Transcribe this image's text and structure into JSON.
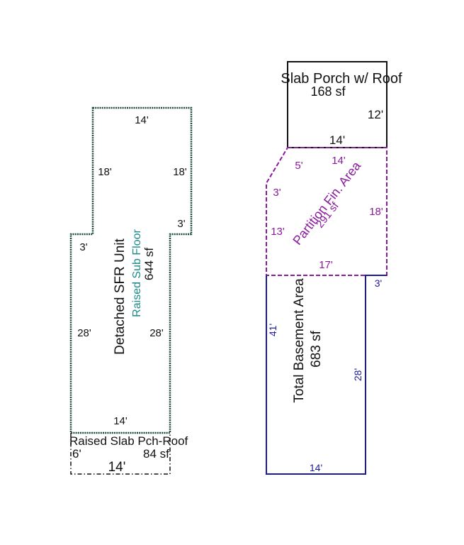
{
  "colors": {
    "unit_outline": "#1d4a3c",
    "porch_outline": "#000000",
    "basement_outline": "#1a1a9c",
    "partition_outline": "#8a1a9c",
    "sub_floor_text": "#1a8a8a",
    "text": "#111111"
  },
  "detached_unit": {
    "title": "Detached SFR Unit",
    "subtitle": "Raised Sub Floor",
    "area": "644 sf",
    "dims": {
      "top": "14'",
      "left_upper": "18'",
      "right_upper": "18'",
      "step_right": "3'",
      "step_left": "3'",
      "left_lower": "28'",
      "right_lower": "28'",
      "bottom": "14'"
    }
  },
  "raised_slab_porch": {
    "label": "Raised Slab Pch-Roof",
    "depth": "6'",
    "area": "84 sf",
    "width": "14'"
  },
  "slab_porch": {
    "label": "Slab Porch w/ Roof",
    "area": "168 sf",
    "depth": "12'",
    "width": "14'"
  },
  "partition": {
    "label": "Partition Fin. Area",
    "area": "291 sf",
    "dims": {
      "top_left": "5'",
      "top": "14'",
      "left_step": "3'",
      "right": "18'",
      "left": "13'",
      "bottom": "17'"
    }
  },
  "basement": {
    "title": "Total Basement Area",
    "area": "683 sf",
    "dims": {
      "step": "3'",
      "left": "41'",
      "right": "28'",
      "bottom": "14'"
    }
  }
}
